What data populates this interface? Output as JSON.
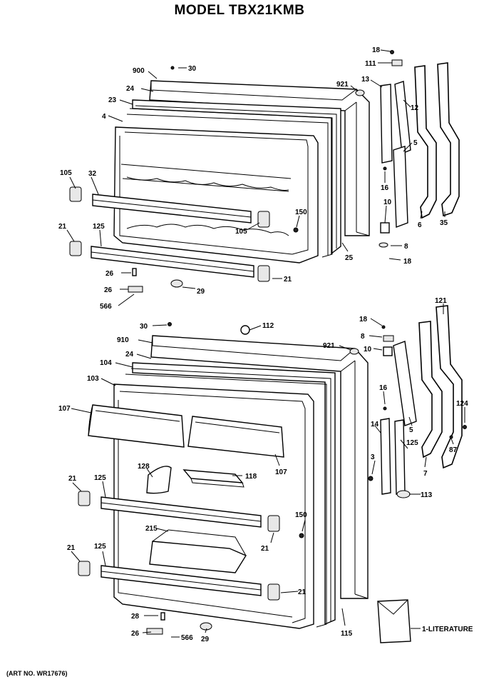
{
  "title": "MODEL TBX21KMB",
  "art_no": "(ART NO. WR17676)",
  "colors": {
    "ink": "#000000",
    "paper": "#ffffff"
  },
  "labels": {
    "freezer": {
      "l18a": "18",
      "l111a": "111",
      "l30a": "30",
      "l900": "900",
      "l24a": "24",
      "l921a": "921",
      "l13": "13",
      "l12": "12",
      "l23": "23",
      "l4": "4",
      "l5a": "5",
      "l105a": "105",
      "l32": "32",
      "l16a": "16",
      "l150a": "150",
      "l10a": "10",
      "l105b": "105",
      "l21a": "21",
      "l125a": "125",
      "l6a": "6",
      "l35": "35",
      "l25": "25",
      "l8a": "8",
      "l18b": "18",
      "l26a": "26",
      "l21b": "21",
      "l26b": "26",
      "l29a": "29",
      "l566a": "566"
    },
    "fresh": {
      "l30b": "30",
      "l112": "112",
      "l18c": "18",
      "l121": "121",
      "l910": "910",
      "l8b": "8",
      "l921b": "921",
      "l10b": "10",
      "l24b": "24",
      "l104": "104",
      "l103": "103",
      "l16b": "16",
      "l107a": "107",
      "l124": "124",
      "l14": "14",
      "l125b": "125",
      "l3": "3",
      "l5b": "5",
      "l87": "87",
      "l7": "7",
      "l107b": "107",
      "l128": "128",
      "l118": "118",
      "l113": "113",
      "l21c": "21",
      "l125c": "125",
      "l150b": "150",
      "l215": "215",
      "l21d": "21",
      "l21e": "21",
      "l125d": "125",
      "l21f": "21",
      "l28": "28",
      "l26c": "26",
      "l566b": "566",
      "l29b": "29",
      "l115": "115",
      "l1lit": "1-LITERATURE"
    }
  }
}
